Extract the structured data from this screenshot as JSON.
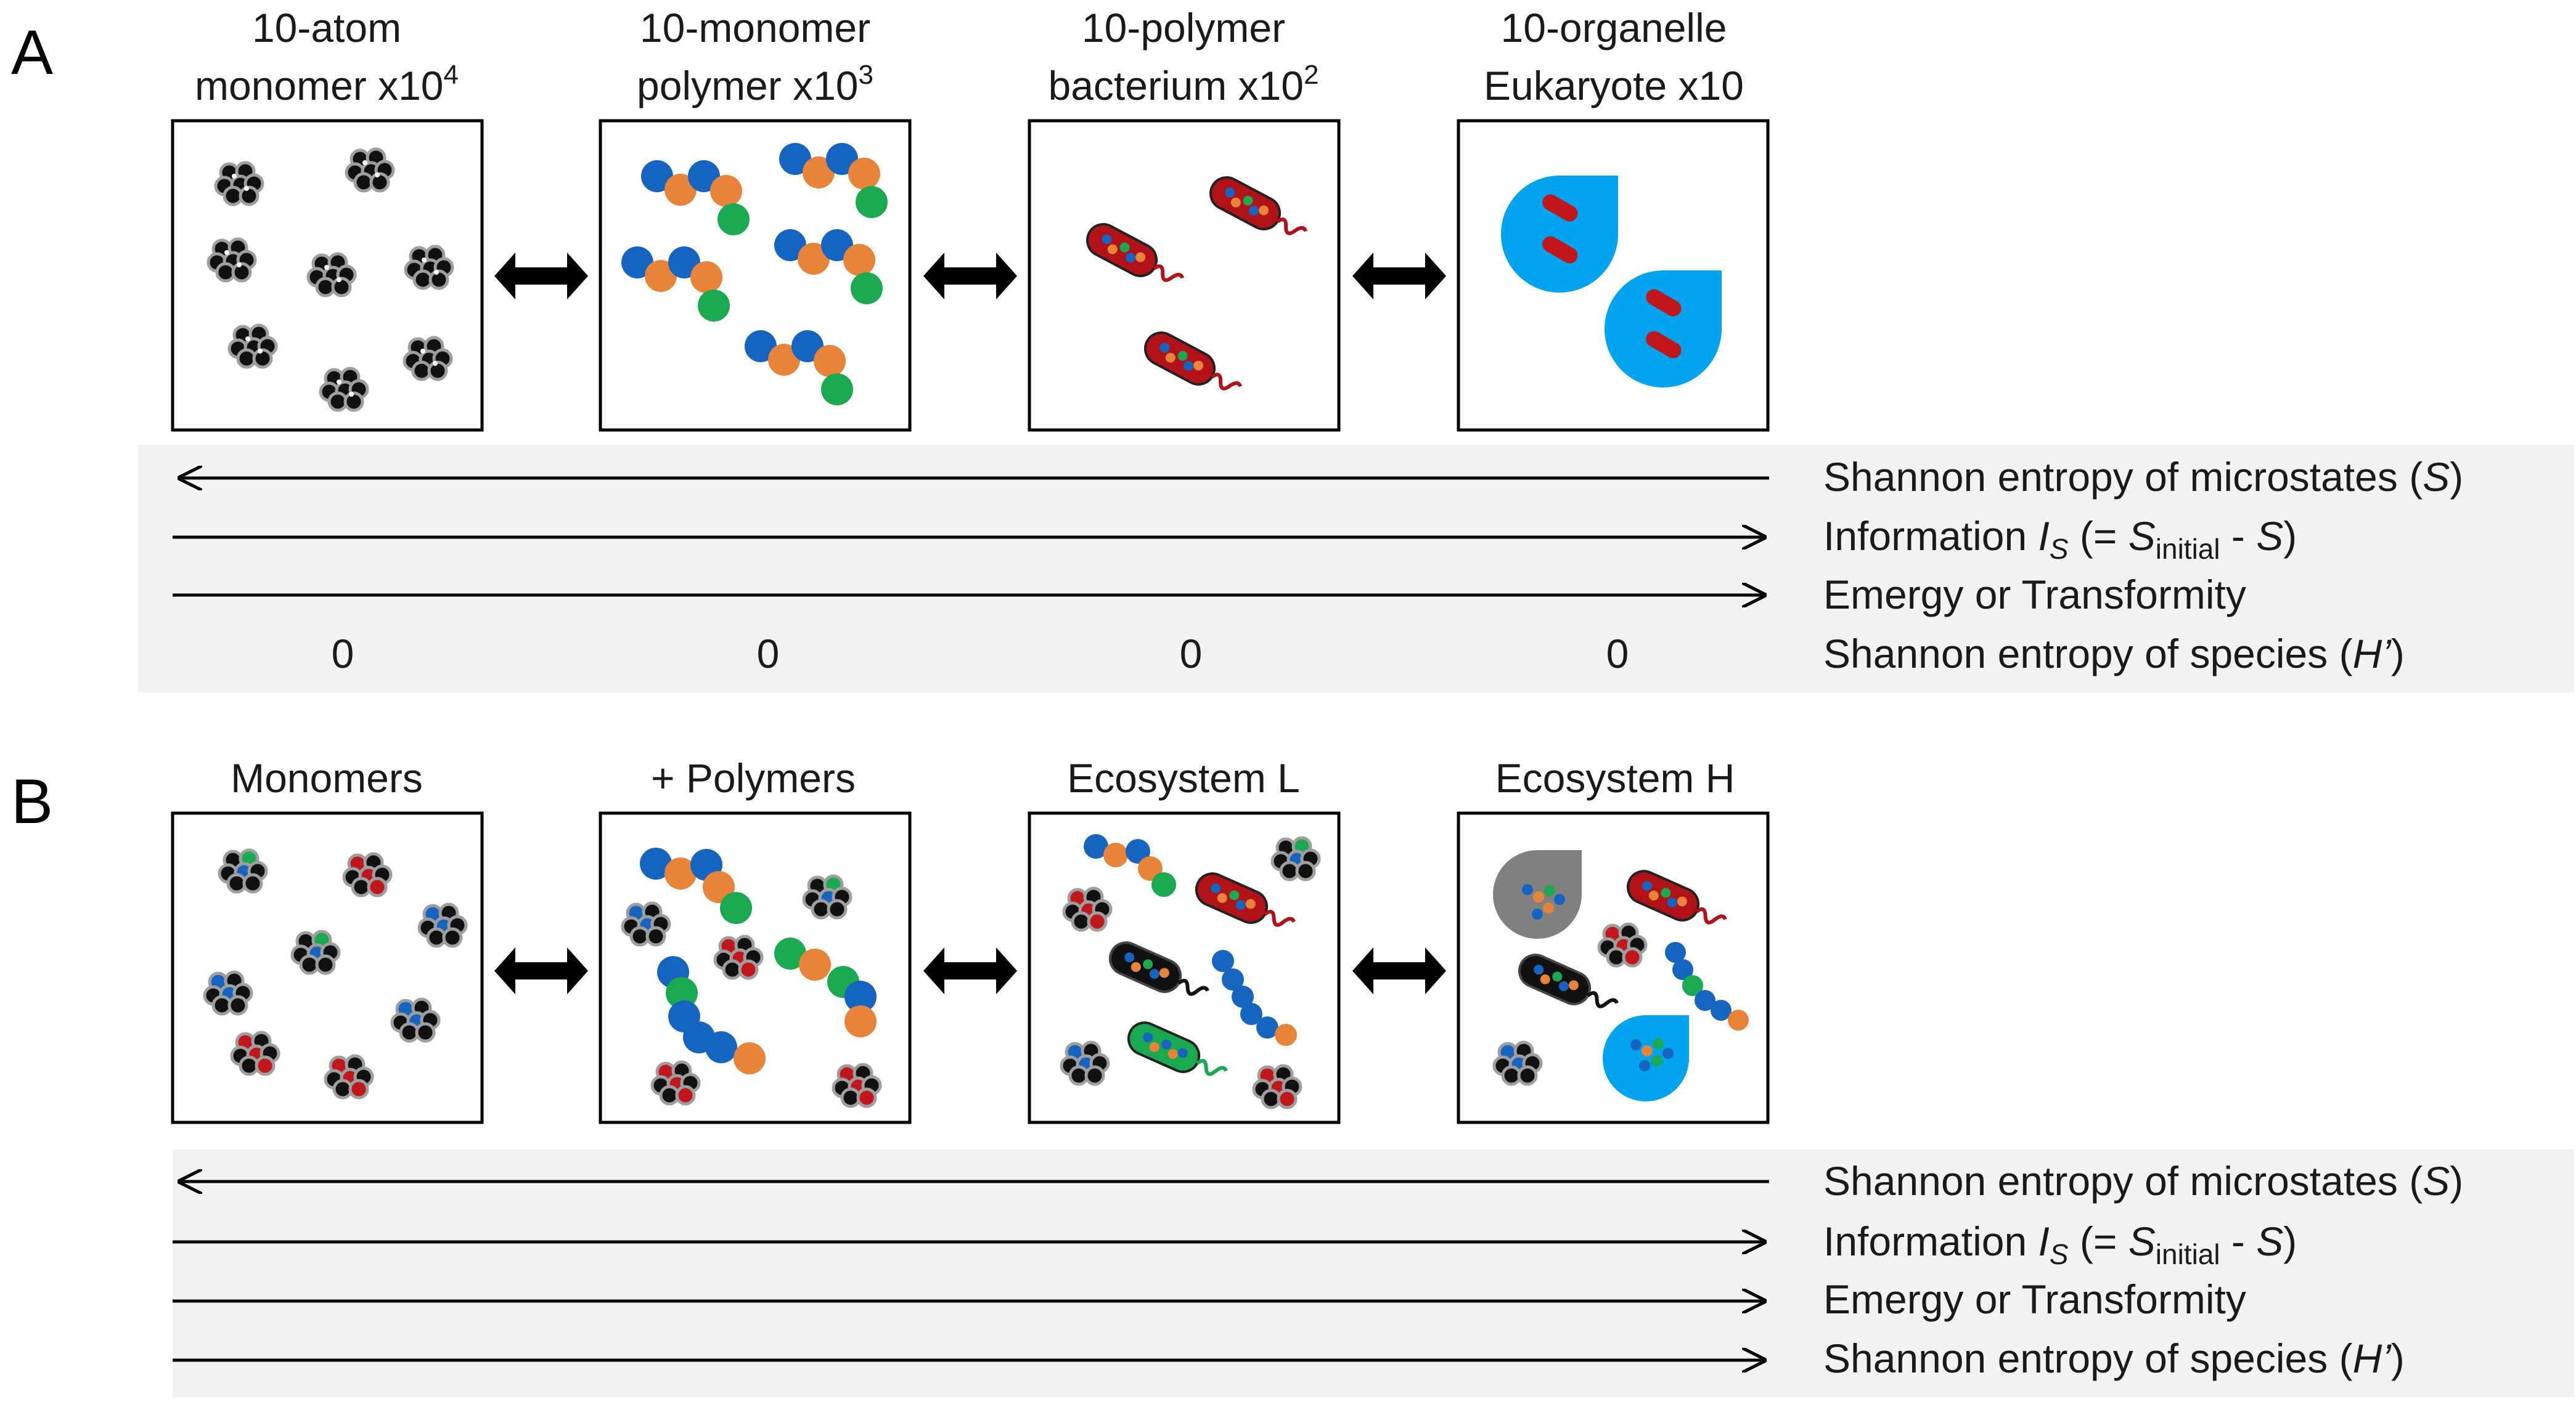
{
  "colors": {
    "band": "#f2f2f2",
    "blue": "#1565c0",
    "orange": "#e8833a",
    "green": "#1aa850",
    "red": "#c0161c",
    "black": "#111111",
    "cyan": "#00a4ee",
    "gray": "#808080"
  },
  "panel_a": {
    "letter": "A",
    "boxes": [
      {
        "title_line1": "10-atom",
        "title_line2_main": "monomer x10",
        "title_line2_sup": "4"
      },
      {
        "title_line1": "10-monomer",
        "title_line2_main": "polymer x10",
        "title_line2_sup": "3"
      },
      {
        "title_line1": "10-polymer",
        "title_line2_main": "bacterium x10",
        "title_line2_sup": "2"
      },
      {
        "title_line1": "10-organelle",
        "title_line2_main": "Eukaryote x10",
        "title_line2_sup": ""
      }
    ],
    "zeros": [
      "0",
      "0",
      "0",
      "0"
    ],
    "rows": {
      "entropy_micro_pre": "Shannon entropy of microstates (",
      "entropy_micro_sym": "S",
      "entropy_micro_post": ")",
      "info_pre": "Information ",
      "info_I": "I",
      "info_Isub": "S",
      "info_mid": " (= ",
      "info_S": "S",
      "info_Ssub": "initial",
      "info_minus": " - ",
      "info_S2": "S",
      "info_post": ")",
      "emergy": "Emergy or Transformity",
      "species_pre": "Shannon entropy of species (",
      "species_sym": "H’",
      "species_post": ")"
    }
  },
  "panel_b": {
    "letter": "B",
    "box_titles": [
      "Monomers",
      "+ Polymers",
      "Ecosystem L",
      "Ecosystem H"
    ],
    "rows": {
      "entropy_micro_pre": "Shannon entropy of microstates (",
      "entropy_micro_sym": "S",
      "entropy_micro_post": ")",
      "info_pre": "Information ",
      "info_I": "I",
      "info_Isub": "S",
      "info_mid": " (= ",
      "info_S": "S",
      "info_Ssub": "initial",
      "info_minus": " - ",
      "info_S2": "S",
      "info_post": ")",
      "emergy": "Emergy or Transformity",
      "species_pre": "Shannon entropy of species (",
      "species_sym": "H’",
      "species_post": ")"
    }
  }
}
